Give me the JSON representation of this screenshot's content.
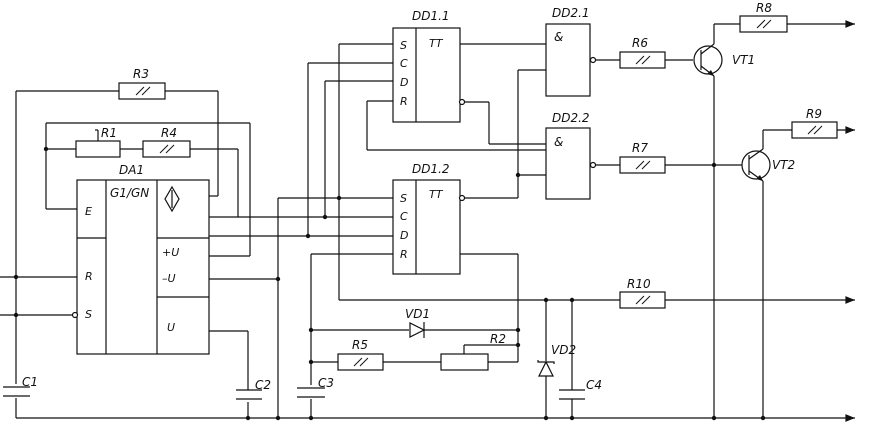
{
  "chips": {
    "da1": {
      "name": "DA1",
      "func": "G1/GN",
      "pins_left": [
        "E",
        "R",
        "S"
      ],
      "pins_right": [
        "+U",
        "–U",
        "U"
      ]
    },
    "dd11": {
      "name": "DD1.1",
      "func": "TT",
      "pins": [
        "S",
        "C",
        "D",
        "R"
      ]
    },
    "dd12": {
      "name": "DD1.2",
      "func": "TT",
      "pins": [
        "S",
        "C",
        "D",
        "R"
      ]
    },
    "dd21": {
      "name": "DD2.1",
      "func": "&"
    },
    "dd22": {
      "name": "DD2.2",
      "func": "&"
    }
  },
  "resistors": {
    "r1": "R1",
    "r2": "R2",
    "r3": "R3",
    "r4": "R4",
    "r5": "R5",
    "r6": "R6",
    "r7": "R7",
    "r8": "R8",
    "r9": "R9",
    "r10": "R10"
  },
  "capacitors": {
    "c1": "C1",
    "c2": "C2",
    "c3": "C3",
    "c4": "C4"
  },
  "diodes": {
    "vd1": "VD1",
    "vd2": "VD2"
  },
  "transistors": {
    "vt1": "VT1",
    "vt2": "VT2"
  },
  "icons": {
    "dac_symbol": "diamond-arrow-icon",
    "output_arrow": "arrow-right-icon"
  }
}
